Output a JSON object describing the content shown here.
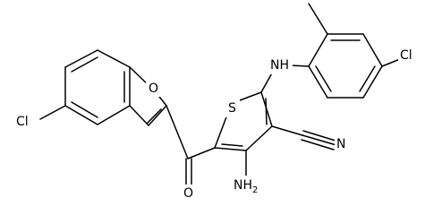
{
  "molecule": {
    "atom_labels": {
      "cl_benzofuran": "Cl",
      "o_furan": "O",
      "o_carbonyl": "O",
      "s_thiophene": "S",
      "nh_amine": "NH",
      "nh2_amino": "NH",
      "nh2_subscript": "2",
      "nitrile_n": "N",
      "cl_aryl": "Cl"
    }
  }
}
